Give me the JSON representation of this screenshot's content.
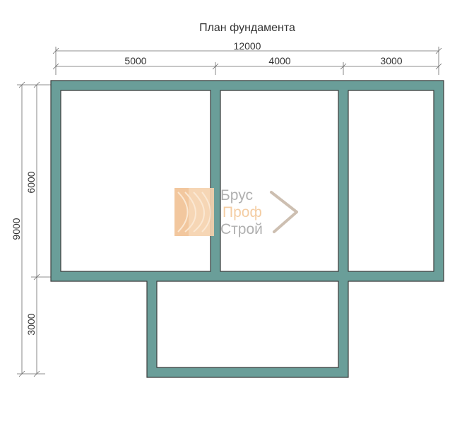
{
  "title": "План фундамента",
  "dimensions": {
    "total_width": "12000",
    "segment_1": "5000",
    "segment_2": "4000",
    "segment_3": "3000",
    "total_height": "9000",
    "upper_height": "6000",
    "lower_height": "3000"
  },
  "watermark": {
    "line1": "Брус",
    "line2": "Проф",
    "line3": "Строй"
  },
  "colors": {
    "wall": "#6a9e99",
    "wall_stroke": "#3c3c3c",
    "dimension": "#6a6a6a",
    "text": "#333333",
    "watermark_gray": "#a8a8a8",
    "watermark_orange": "#f3c89a"
  }
}
